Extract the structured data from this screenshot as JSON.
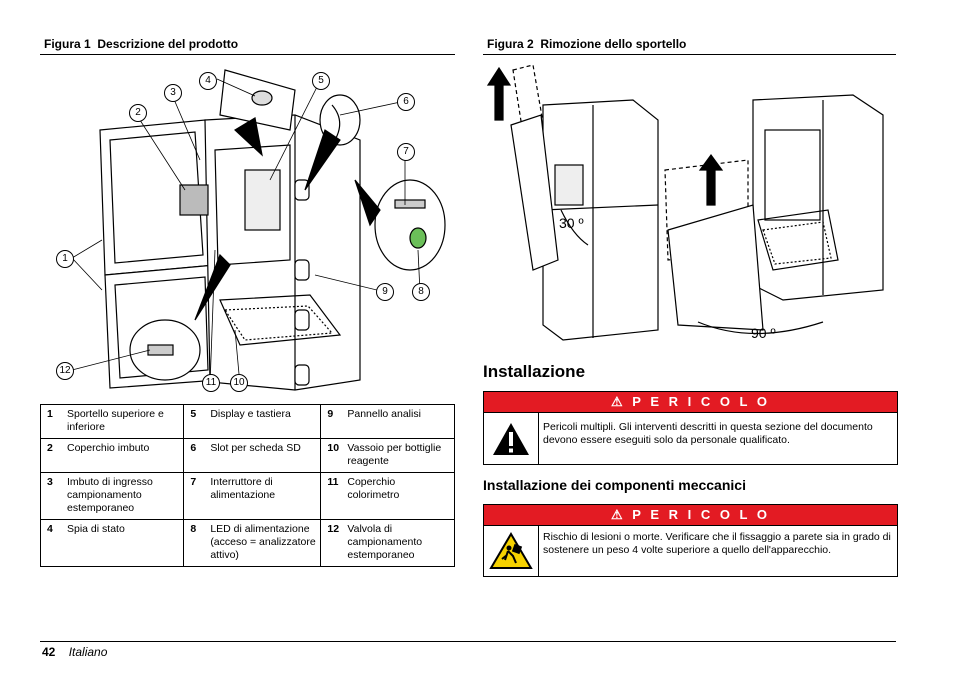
{
  "figure1": {
    "label": "Figura 1",
    "title": "Descrizione del prodotto",
    "callouts": [
      "1",
      "2",
      "3",
      "4",
      "5",
      "6",
      "7",
      "8",
      "9",
      "10",
      "11",
      "12"
    ]
  },
  "figure2": {
    "label": "Figura 2",
    "title": "Rimozione dello sportello",
    "angle1": "30 º",
    "angle2": "90 º"
  },
  "legend": [
    [
      {
        "n": "1",
        "t": "Sportello superiore e inferiore"
      },
      {
        "n": "5",
        "t": "Display e tastiera"
      },
      {
        "n": "9",
        "t": "Pannello analisi"
      }
    ],
    [
      {
        "n": "2",
        "t": "Coperchio imbuto"
      },
      {
        "n": "6",
        "t": "Slot per scheda SD"
      },
      {
        "n": "10",
        "t": "Vassoio per bottiglie reagente"
      }
    ],
    [
      {
        "n": "3",
        "t": "Imbuto di ingresso campionamento estemporaneo"
      },
      {
        "n": "7",
        "t": "Interruttore di alimentazione"
      },
      {
        "n": "11",
        "t": "Coperchio colorimetro"
      }
    ],
    [
      {
        "n": "4",
        "t": "Spia di stato"
      },
      {
        "n": "8",
        "t": "LED di alimentazione (acceso = analizzatore attivo)"
      },
      {
        "n": "12",
        "t": "Valvola di campionamento estemporaneo"
      }
    ]
  ],
  "section": {
    "heading": "Installazione",
    "danger1": {
      "label": "P E R I C O L O",
      "text": "Pericoli multipli. Gli interventi descritti in questa sezione del documento devono essere eseguiti solo da personale qualificato."
    },
    "subheading": "Installazione dei componenti meccanici",
    "danger2": {
      "label": "P E R I C O L O",
      "text": "Rischio di lesioni o morte. Verificare che il fissaggio a parete sia in grado di sostenere un peso 4 volte superiore a quello dell'apparecchio."
    }
  },
  "footer": {
    "page_number": "42",
    "language": "Italiano"
  }
}
